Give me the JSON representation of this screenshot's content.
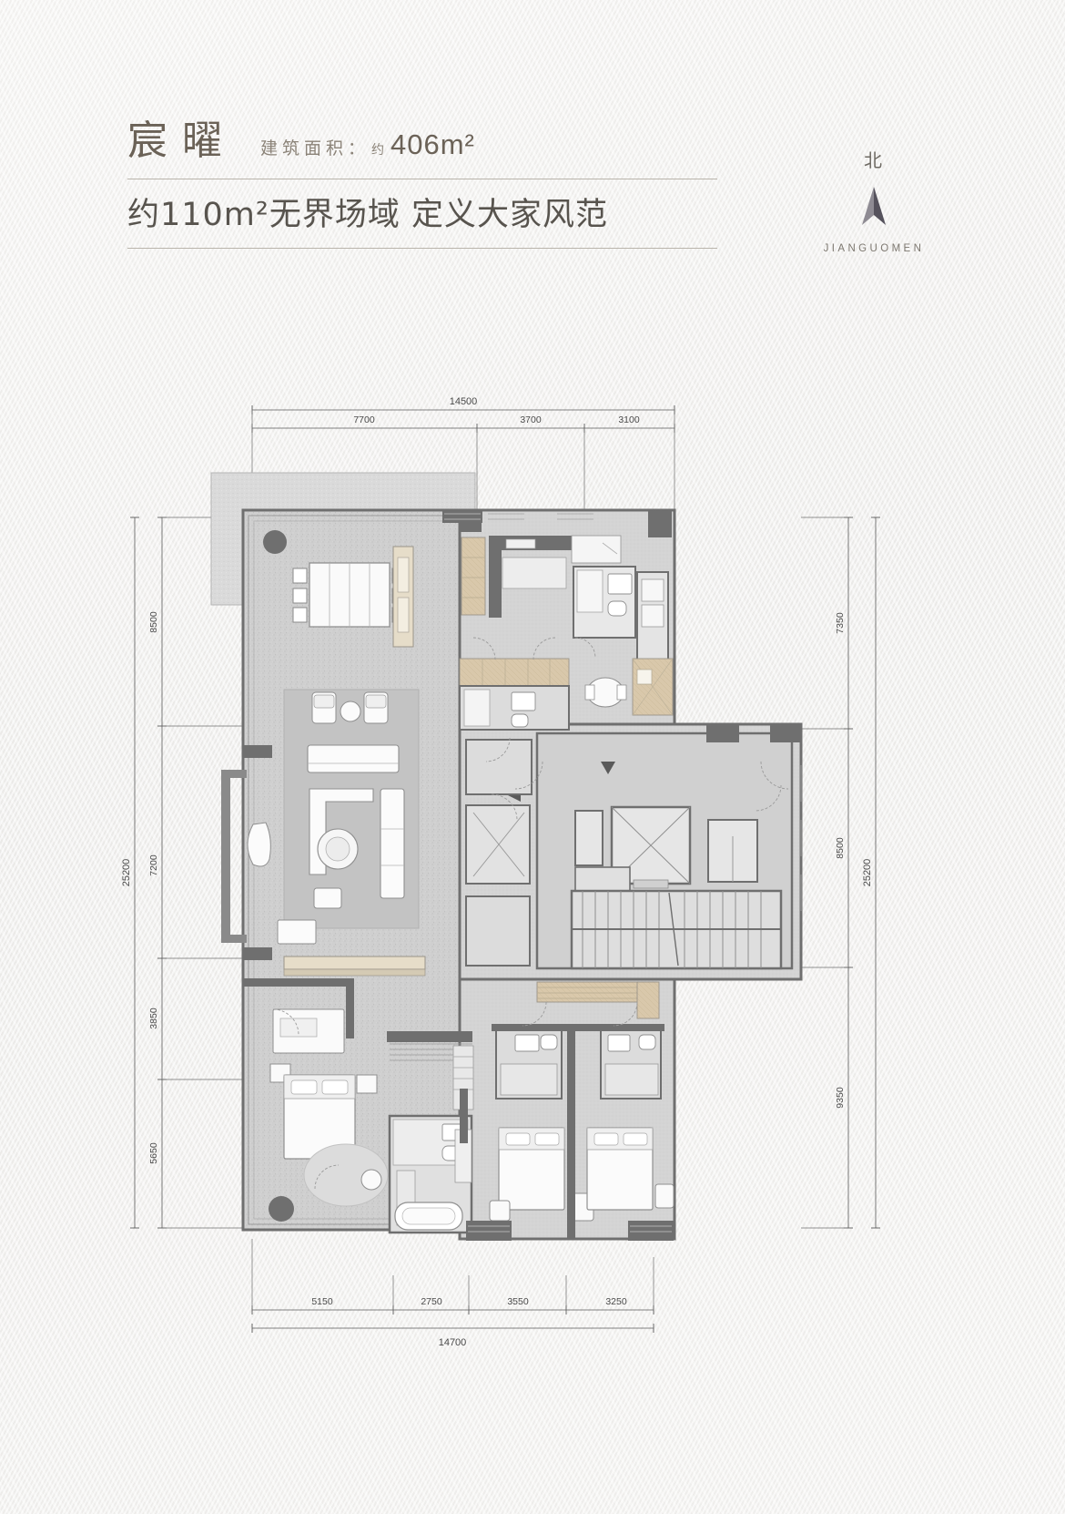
{
  "header": {
    "plan_name": "宸曜",
    "area_label": "建筑面积：",
    "area_approx": "约",
    "area_value": "406m²",
    "subtitle": "约110m²无界场域 定义大家风范"
  },
  "compass": {
    "north_char": "北",
    "arrow_icon": "north-arrow-icon",
    "brand": "JIANGUOMEN"
  },
  "dimensions": {
    "top": {
      "total": "14500",
      "segments": [
        "7700",
        "3700",
        "3100"
      ]
    },
    "bottom": {
      "total": "14700",
      "segments": [
        "5150",
        "2750",
        "3550",
        "3250"
      ]
    },
    "left": {
      "total": "25200",
      "segments": [
        "8500",
        "7200",
        "3850",
        "5650"
      ]
    },
    "right": {
      "total": "25200",
      "segments": [
        "7350",
        "8500",
        "9350"
      ]
    }
  },
  "colors": {
    "background": "#f2f1ef",
    "wall": "#6f6f6f",
    "room_fill": "#d6d6d6",
    "terrace_fill": "#dcdcdc",
    "wood_fill": "#d9c8ab",
    "text_dark": "#58544e",
    "text_muted": "#8b8378",
    "rule": "#b9b4ab"
  },
  "plan": {
    "name": "residential-floor-plan",
    "type": "architectural-floorplan"
  }
}
